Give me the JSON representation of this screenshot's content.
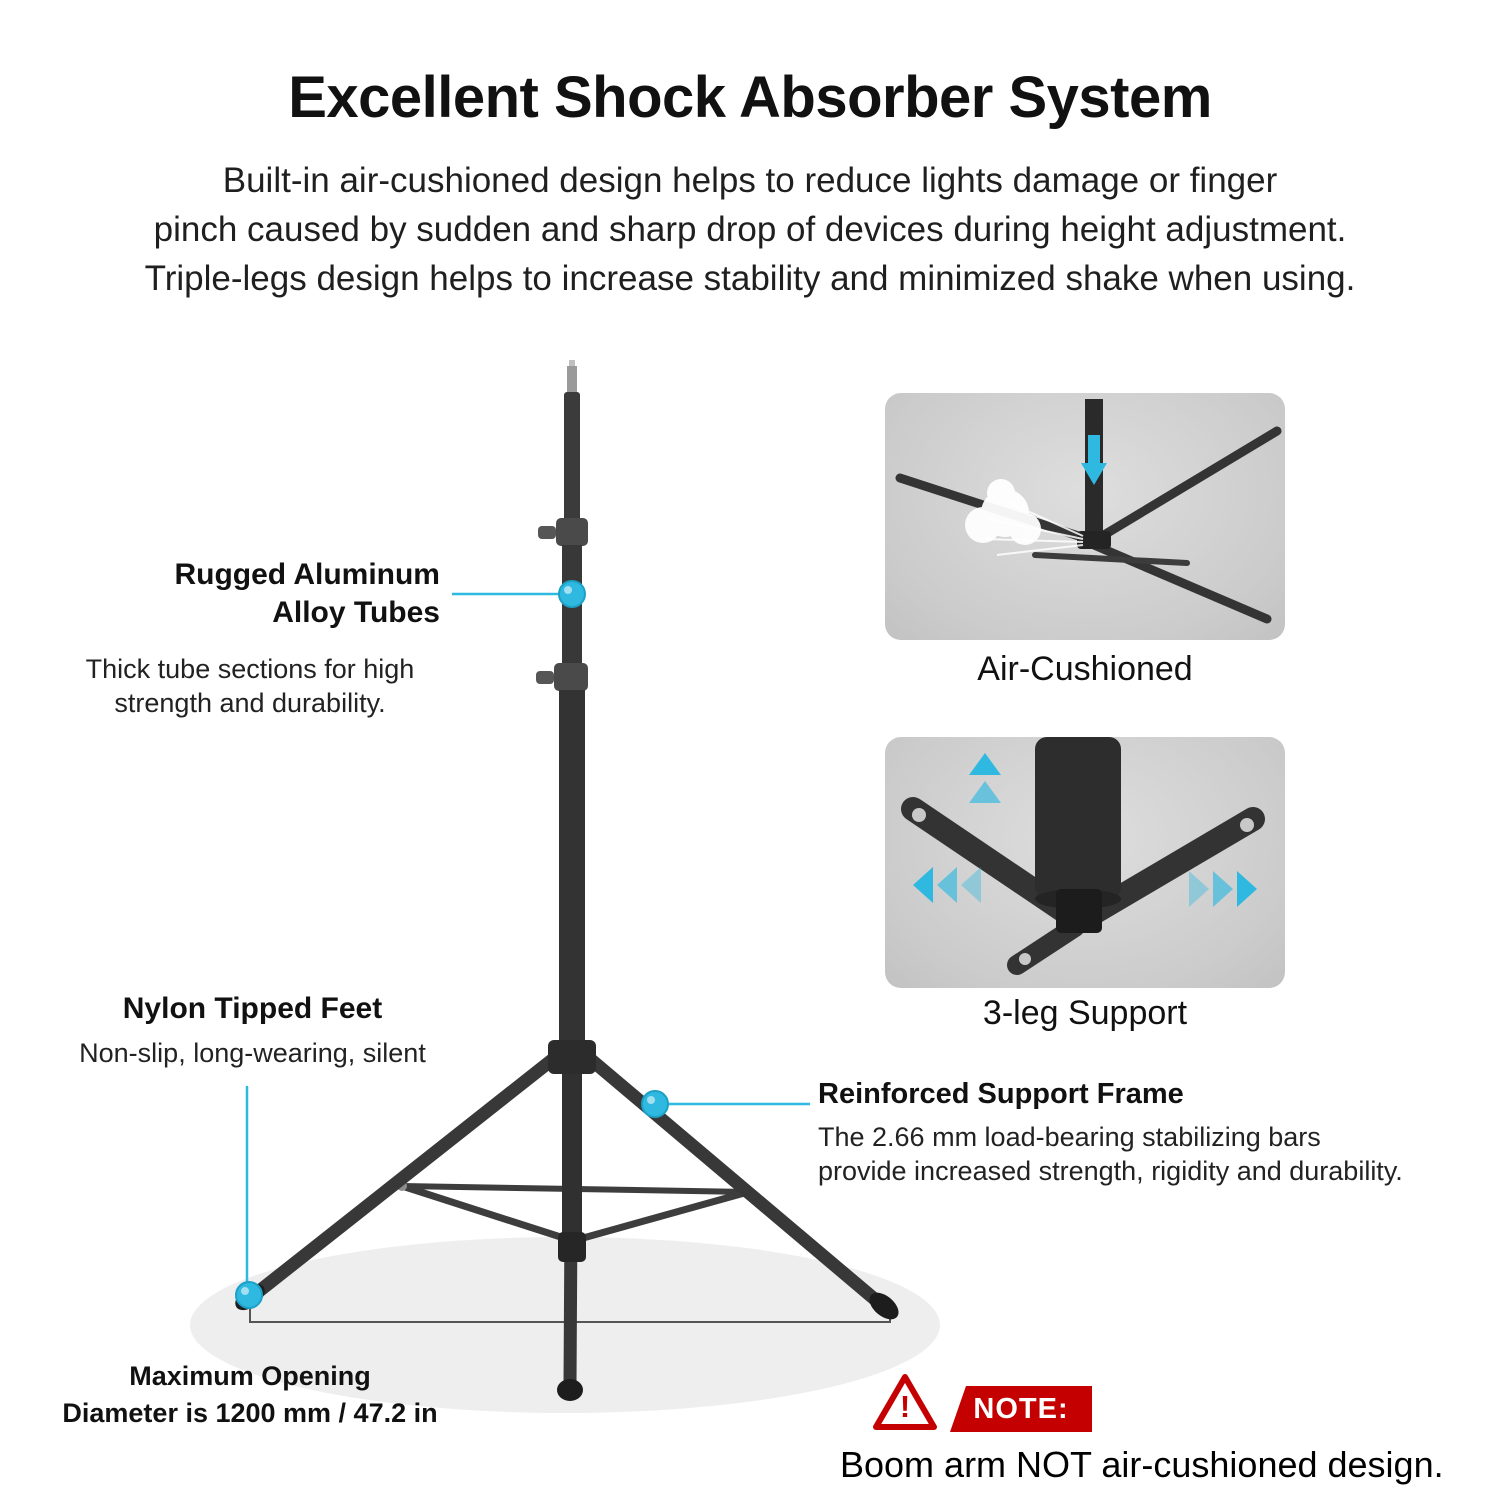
{
  "header": {
    "title": "Excellent Shock Absorber System",
    "subtitle_lines": [
      "Built-in air-cushioned design helps to reduce lights damage or finger",
      "pinch caused by sudden and sharp drop of devices during height adjustment.",
      "Triple-legs design helps to increase stability and minimized shake when using."
    ]
  },
  "callouts": {
    "tubes": {
      "title_line1": "Rugged Aluminum",
      "title_line2": "Alloy Tubes",
      "desc_line1": "Thick tube sections for high",
      "desc_line2": "strength and durability."
    },
    "feet": {
      "title": "Nylon Tipped Feet",
      "desc": "Non-slip, long-wearing, silent"
    },
    "frame": {
      "title": "Reinforced Support Frame",
      "desc_line1": "The 2.66 mm load-bearing stabilizing bars",
      "desc_line2": "provide increased strength, rigidity and durability."
    },
    "opening": {
      "line1": "Maximum Opening",
      "line2": "Diameter is 1200 mm / 47.2 in"
    }
  },
  "insets": {
    "air_cushioned": {
      "caption": "Air-Cushioned"
    },
    "three_leg": {
      "caption": "3-leg Support"
    }
  },
  "note": {
    "label": "NOTE:",
    "exclamation": "!",
    "text": "Boom arm NOT air-cushioned design."
  },
  "colors": {
    "accent": "#2fb9e0",
    "note_red": "#c40000",
    "stand_dark": "#333333",
    "background": "#ffffff"
  }
}
